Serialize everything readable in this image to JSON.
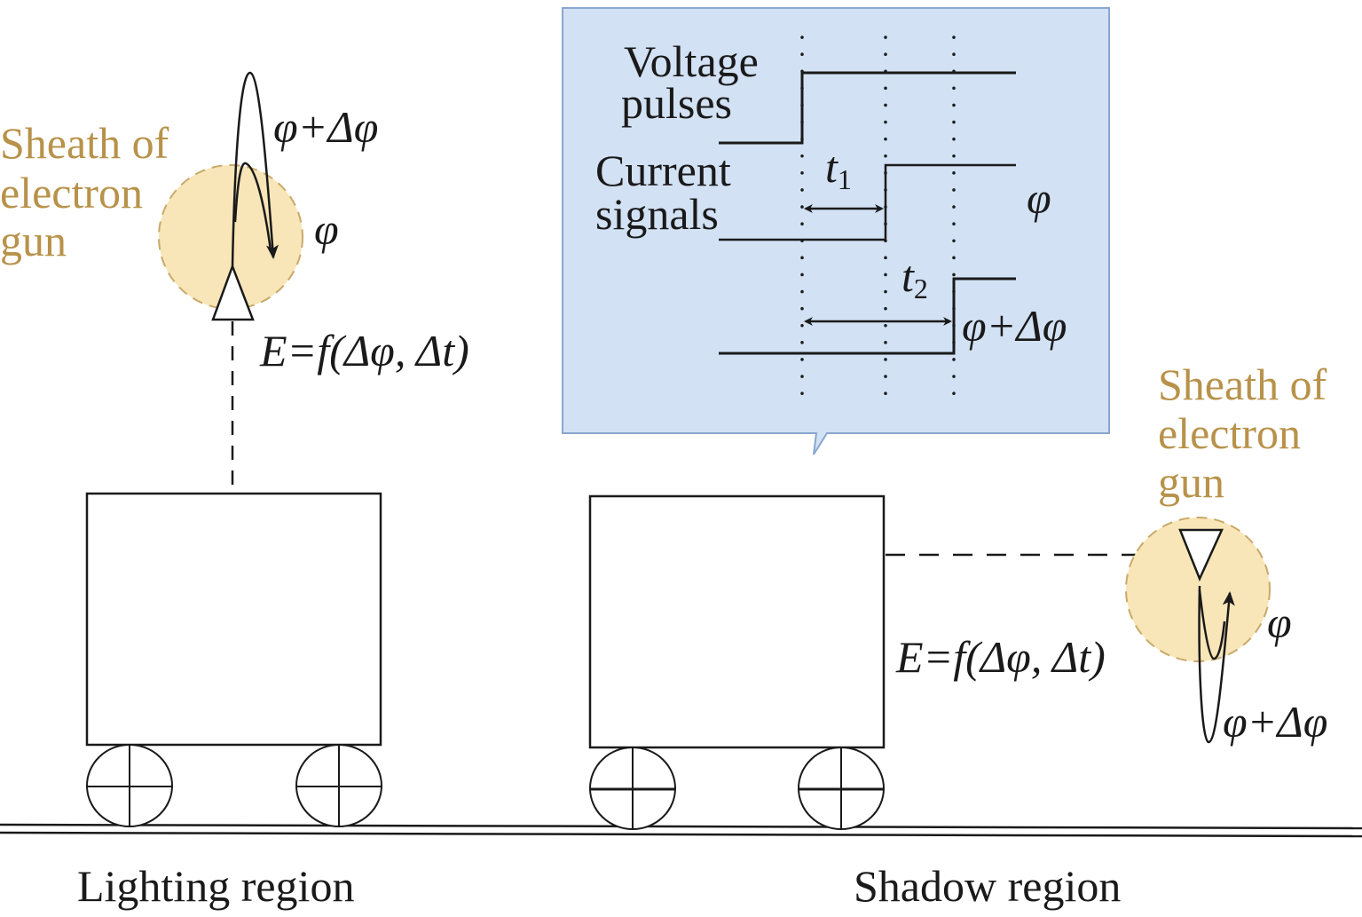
{
  "colors": {
    "ink": "#1a1a1a",
    "sheath_fill": "#f8e6b8",
    "sheath_stroke": "#c9a96a",
    "sheath_text": "#b8924a",
    "callout_fill": "#d2e1f4",
    "callout_stroke": "#8aa6cf"
  },
  "left_scene": {
    "region_label": "Lighting region",
    "sheath_label": [
      "Sheath of",
      "electron",
      "gun"
    ],
    "inner_potential": "φ",
    "outer_potential": "φ+Δφ",
    "equation": "E=f(Δφ, Δt)"
  },
  "right_scene": {
    "region_label": "Shadow region",
    "sheath_label": [
      "Sheath of",
      "electron",
      "gun"
    ],
    "inner_potential": "φ",
    "outer_potential": "φ+Δφ",
    "equation": "E=f(Δφ, Δt)"
  },
  "callout": {
    "voltage_label": [
      "Voltage",
      "pulses"
    ],
    "current_label": [
      "Current",
      "signals"
    ],
    "t1_label": "t",
    "t1_sub": "1",
    "t2_label": "t",
    "t2_sub": "2",
    "signal1_label": "φ",
    "signal2_label": "φ+Δφ"
  }
}
